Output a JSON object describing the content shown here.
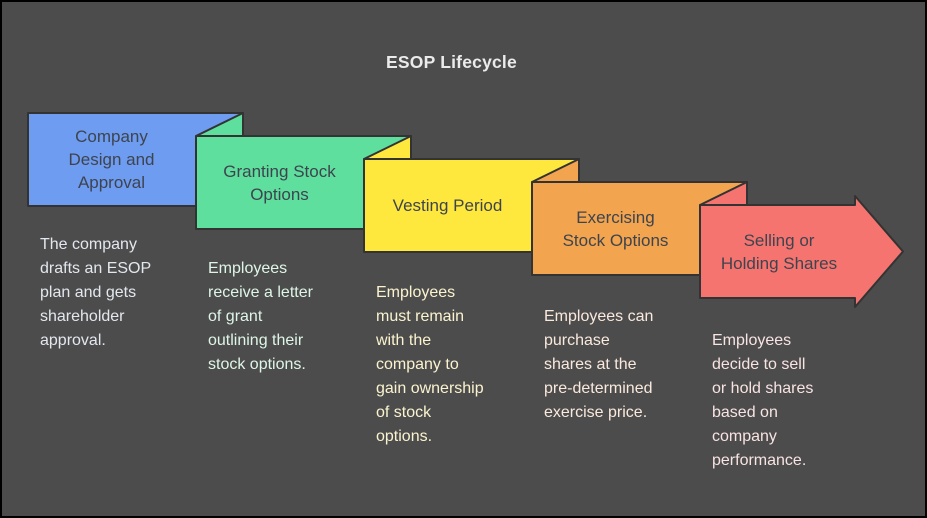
{
  "title": "ESOP Lifecycle",
  "colors": {
    "background": "#4C4C4C",
    "canvas_border": "#000000",
    "shape_outline": "#333333",
    "title_text": "#EBEBEB",
    "stage_label_text": "#3E444E"
  },
  "stages": [
    {
      "label": "Company\nDesign and\nApproval",
      "color": "#6D9CF0",
      "description": "The company\ndrafts an ESOP\nplan and gets\nshareholder\napproval.",
      "description_color": "#E3E8EE"
    },
    {
      "label": "Granting Stock\nOptions",
      "color": "#5EDF9E",
      "description": "Employees\nreceive a letter\nof grant\noutlining their\nstock options.",
      "description_color": "#DEF6E7"
    },
    {
      "label": "Vesting Period",
      "color": "#FEE83E",
      "description": "Employees\nmust remain\nwith the\ncompany to\ngain ownership\nof stock\noptions.",
      "description_color": "#FBF3CF"
    },
    {
      "label": "Exercising\nStock Options",
      "color": "#F2A44E",
      "description": "Employees can\npurchase\nshares at the\npre-determined\nexercise price.",
      "description_color": "#FAE9DD"
    },
    {
      "label": "Selling or\nHolding Shares",
      "color": "#F5746F",
      "description": "Employees\ndecide to sell\nor hold shares\nbased on\ncompany\nperformance.",
      "description_color": "#F8E4E3"
    }
  ]
}
